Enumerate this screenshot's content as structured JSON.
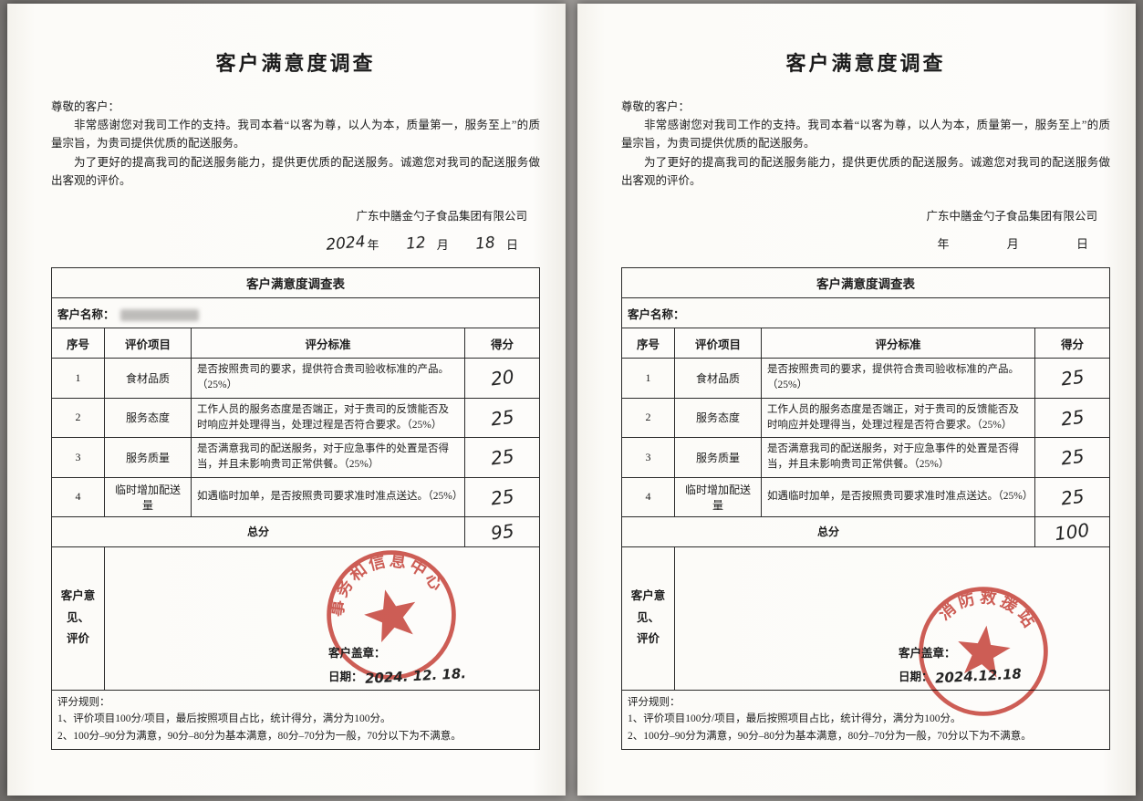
{
  "pages": [
    {
      "title": "客户满意度调查",
      "salutation": "尊敬的客户：",
      "paragraphs": [
        "非常感谢您对我司工作的支持。我司本着“以客为尊，以人为本，质量第一，服务至上”的质量宗旨，为贵司提供优质的配送服务。",
        "为了更好的提高我司的配送服务能力，提供更优质的配送服务。诚邀您对我司的配送服务做出客观的评价。"
      ],
      "company": "广东中膳金勺子食品集团有限公司",
      "date_line": {
        "year_value": "2024",
        "year_label": "年",
        "month_value": "12",
        "month_label": "月",
        "day_value": "18",
        "day_label": "日"
      },
      "form": {
        "title": "客户满意度调查表",
        "customer_label": "客户名称：",
        "headers": [
          "序号",
          "评价项目",
          "评分标准",
          "得分"
        ],
        "rows": [
          {
            "no": "1",
            "item": "食材品质",
            "criteria": "是否按照贵司的要求，提供符合贵司验收标准的产品。（25%）",
            "score": "20"
          },
          {
            "no": "2",
            "item": "服务态度",
            "criteria": "工作人员的服务态度是否端正，对于贵司的反馈能否及时响应并处理得当，处理过程是否符合要求。（25%）",
            "score": "25"
          },
          {
            "no": "3",
            "item": "服务质量",
            "criteria": "是否满意我司的配送服务，对于应急事件的处置是否得当，并且未影响贵司正常供餐。（25%）",
            "score": "25"
          },
          {
            "no": "4",
            "item": "临时增加配送量",
            "criteria": "如遇临时加单，是否按照贵司要求准时准点送达。（25%）",
            "score": "25"
          }
        ],
        "total_label": "总分",
        "total_score": "95",
        "opinion_label_line1": "客户意见、",
        "opinion_label_line2": "评价",
        "stamp_label": "客户盖章：",
        "date_label": "日期：",
        "date_value": "2024. 12. 18.",
        "stamp_text": "事务和信息中心"
      },
      "rules": {
        "title": "评分规则：",
        "items": [
          "1、评价项目100分/项目，最后按照项目占比，统计得分，满分为100分。",
          "2、100分–90分为满意，90分–80分为基本满意，80分–70分为一般，70分以下为不满意。"
        ]
      }
    },
    {
      "title": "客户满意度调查",
      "salutation": "尊敬的客户：",
      "paragraphs": [
        "非常感谢您对我司工作的支持。我司本着“以客为尊，以人为本，质量第一，服务至上”的质量宗旨，为贵司提供优质的配送服务。",
        "为了更好的提高我司的配送服务能力，提供更优质的配送服务。诚邀您对我司的配送服务做出客观的评价。"
      ],
      "company": "广东中膳金勺子食品集团有限公司",
      "date_line": {
        "year_value": "",
        "year_label": "年",
        "month_value": "",
        "month_label": "月",
        "day_value": "",
        "day_label": "日"
      },
      "form": {
        "title": "客户满意度调查表",
        "customer_label": "客户名称：",
        "headers": [
          "序号",
          "评价项目",
          "评分标准",
          "得分"
        ],
        "rows": [
          {
            "no": "1",
            "item": "食材品质",
            "criteria": "是否按照贵司的要求，提供符合贵司验收标准的产品。（25%）",
            "score": "25"
          },
          {
            "no": "2",
            "item": "服务态度",
            "criteria": "工作人员的服务态度是否端正，对于贵司的反馈能否及时响应并处理得当，处理过程是否符合要求。（25%）",
            "score": "25"
          },
          {
            "no": "3",
            "item": "服务质量",
            "criteria": "是否满意我司的配送服务，对于应急事件的处置是否得当，并且未影响贵司正常供餐。（25%）",
            "score": "25"
          },
          {
            "no": "4",
            "item": "临时增加配送量",
            "criteria": "如遇临时加单，是否按照贵司要求准时准点送达。（25%）",
            "score": "25"
          }
        ],
        "total_label": "总分",
        "total_score": "100",
        "opinion_label_line1": "客户意见、",
        "opinion_label_line2": "评价",
        "stamp_label": "客户盖章：",
        "date_label": "日期：",
        "date_value": "2024.12.18",
        "stamp_text": "消防救援站"
      },
      "rules": {
        "title": "评分规则：",
        "items": [
          "1、评价项目100分/项目，最后按照项目占比，统计得分，满分为100分。",
          "2、100分–90分为满意，90分–80分为基本满意，80分–70分为一般，70分以下为不满意。"
        ]
      }
    }
  ],
  "stamp_color": "#c43a32"
}
